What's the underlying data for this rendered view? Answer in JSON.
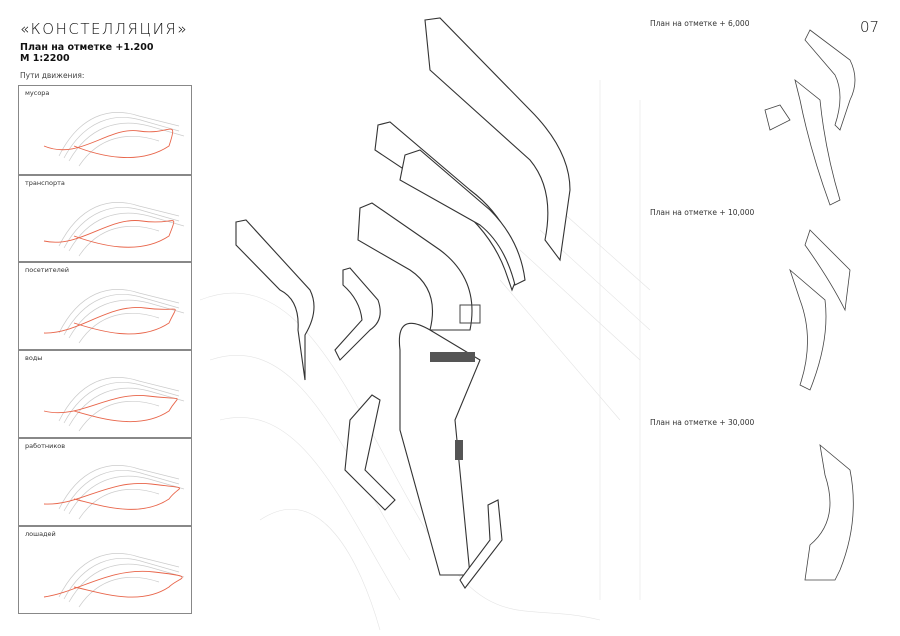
{
  "header": {
    "title": "«КОНСТЕЛЛЯЦИЯ»",
    "plan_label": "План на отметке +1.200",
    "scale": "М 1:2200"
  },
  "paths": {
    "label": "Пути движения:",
    "panels": [
      {
        "label": "мусора"
      },
      {
        "label": "транспорта"
      },
      {
        "label": "посетителей"
      },
      {
        "label": "воды"
      },
      {
        "label": "работников"
      },
      {
        "label": "лошадей"
      }
    ]
  },
  "levels": [
    {
      "label": "План на отметке + 6,000"
    },
    {
      "label": "План на отметке + 10,000"
    },
    {
      "label": "План на отметке + 30,000"
    }
  ],
  "page_number": "07",
  "colors": {
    "route": "#e8654a",
    "line": "#333333",
    "faint": "#d8d8d8"
  }
}
